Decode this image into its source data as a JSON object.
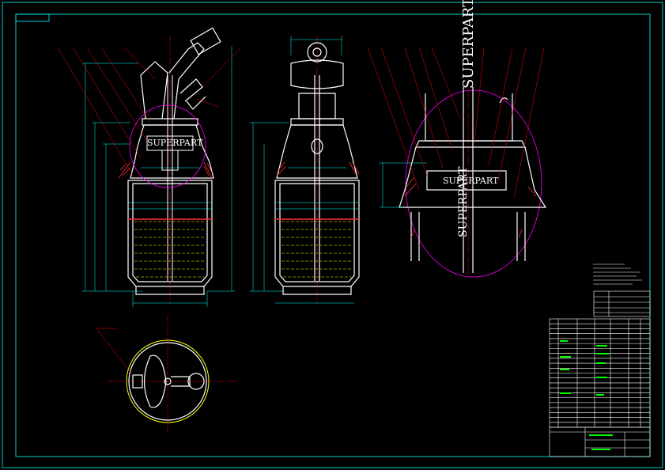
{
  "drawing": {
    "watermark_text": "SUPERPART",
    "colors": {
      "background": "#000000",
      "frame": "#00ffff",
      "outline": "#ffffff",
      "dimension": "#00ffff",
      "leader": "#ff0000",
      "detail_circle": "#ff00ff",
      "liquid": "#ffff00",
      "hatch": "#ff3030",
      "table_text": "#00ff00"
    },
    "views": [
      {
        "name": "front-section-view"
      },
      {
        "name": "side-section-view"
      },
      {
        "name": "enlarged-detail-view"
      },
      {
        "name": "top-view"
      }
    ],
    "notes": [
      "",
      "",
      "",
      "",
      "",
      "",
      "",
      "",
      ""
    ],
    "title_block": {
      "rows": 22
    }
  }
}
